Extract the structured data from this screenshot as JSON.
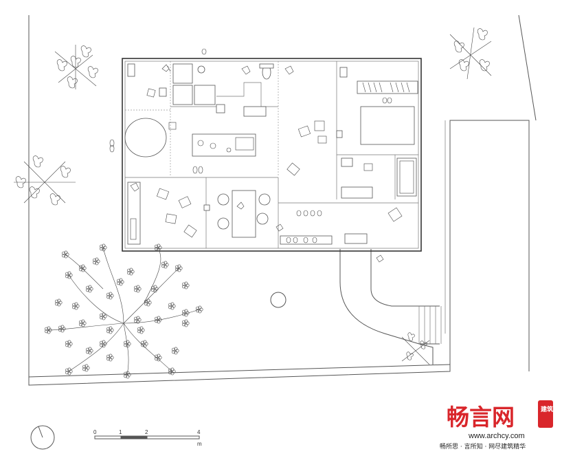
{
  "scale_bar": {
    "ticks": [
      "0",
      "1",
      "2",
      "4"
    ],
    "unit": "m"
  },
  "watermark": {
    "brand": "畅言网",
    "tag": "建筑",
    "url": "www.archcy.com",
    "slogan": "畅所思 · 言所知 · 网尽建筑精华",
    "color": "#d9262b"
  },
  "icons": [
    "north-arrow-icon",
    "tree-icon",
    "flower-tree-icon",
    "chair-icon",
    "shoes-icon"
  ]
}
